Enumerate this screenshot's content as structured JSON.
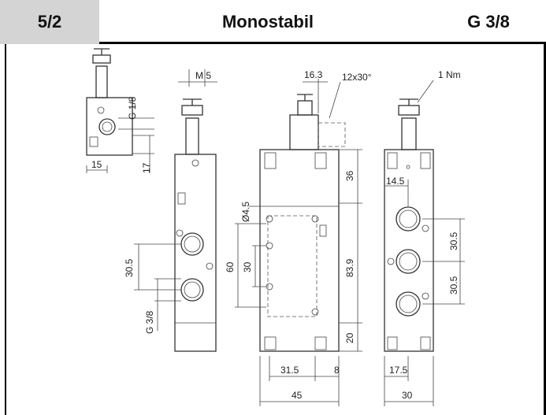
{
  "header": {
    "valve_type": "5/2",
    "function": "Monostabil",
    "port_size": "G 3/8"
  },
  "drawing": {
    "side_view": {
      "port_label": "G 1/8",
      "dim_width": "15",
      "dim_height": "17"
    },
    "front_view": {
      "screw_label": "M 5",
      "dim_pitch": "30.5",
      "port_label": "G 3/8"
    },
    "body_view": {
      "solenoid_offset": "16.3",
      "cable_angle": "12x30°",
      "hole_diameter": "Ø4.5",
      "dim_top": "36",
      "dim_length": "83.9",
      "dim_bottom": "20",
      "dim_hole_span": "60",
      "dim_hole_pitch": "30",
      "dim_width_inner": "31.5",
      "dim_edge": "8",
      "dim_width": "45"
    },
    "end_view": {
      "torque_label": "1 Nm",
      "dim_port_offset": "14.5",
      "dim_pitch_upper": "30.5",
      "dim_pitch_lower": "30.5",
      "dim_center": "17.5",
      "dim_width": "30"
    }
  }
}
